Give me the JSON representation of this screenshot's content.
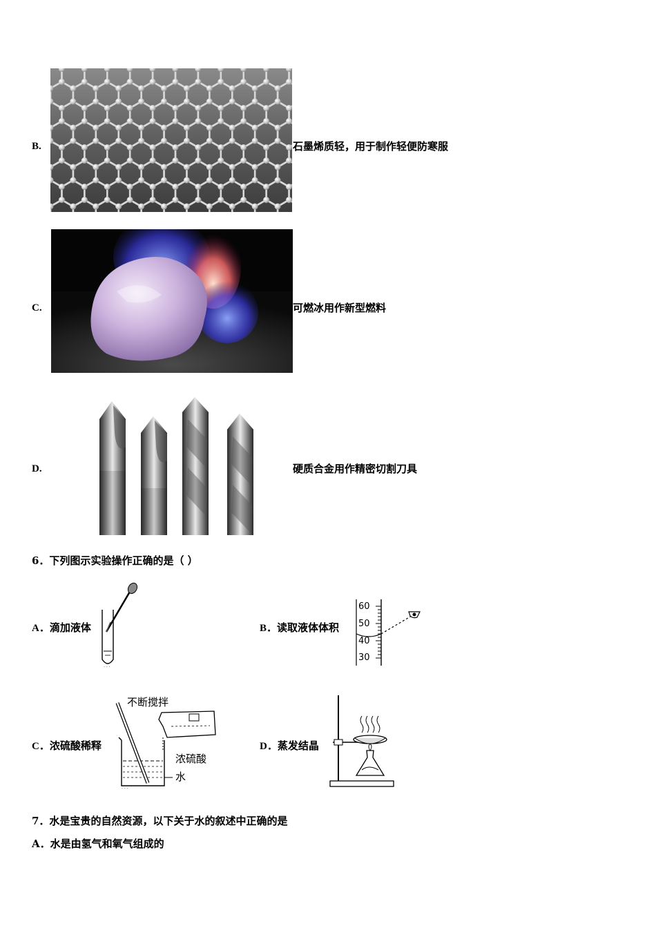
{
  "options_q5": [
    {
      "letter": "B.",
      "text": "石墨烯质轻，用于制作轻便防寒服"
    },
    {
      "letter": "C.",
      "text": "可燃冰用作新型燃料"
    },
    {
      "letter": "D.",
      "text": "硬质合金用作精密切割刀具"
    }
  ],
  "q6": {
    "stem": "6．下列图示实验操作正确的是（    ）",
    "options": [
      {
        "letter": "A．",
        "text": "滴加液体"
      },
      {
        "letter": "B．",
        "text": "读取液体体积"
      },
      {
        "letter": "C．",
        "text": "浓硫酸稀释"
      },
      {
        "letter": "D．",
        "text": "蒸发结晶"
      }
    ],
    "cylinder_ticks": [
      "60",
      "50",
      "40",
      "30"
    ],
    "dilution_labels": {
      "stir": "不断搅拌",
      "acid": "浓硫酸",
      "water": "水"
    }
  },
  "q7": {
    "stem": "7．水是宝贵的自然资源，以下关于水的叙述中正确的是",
    "option_a": "A．水是由氢气和氧气组成的"
  }
}
